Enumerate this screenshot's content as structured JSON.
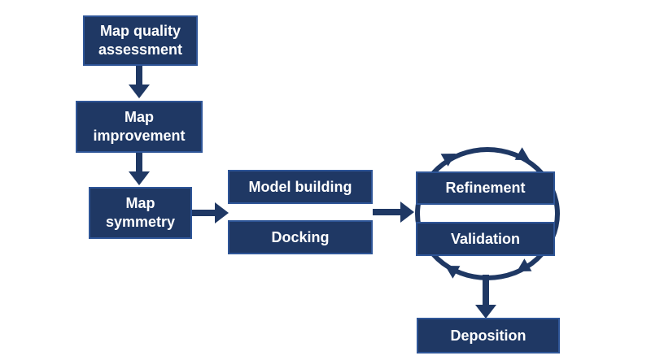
{
  "diagram": {
    "description": "Cryo-EM structure determination workflow flowchart",
    "colors": {
      "node_fill": "#1f3864",
      "node_border": "#2e5597",
      "node_text": "#ffffff",
      "arrow": "#1f3864",
      "background": "#ffffff"
    },
    "nodes": {
      "map_quality_assessment": {
        "lines": [
          "Map quality",
          "assessment"
        ]
      },
      "map_improvement": {
        "lines": [
          "Map",
          "improvement"
        ]
      },
      "map_symmetry": {
        "lines": [
          "Map",
          "symmetry"
        ]
      },
      "model_building": {
        "lines": [
          "Model building"
        ]
      },
      "docking": {
        "lines": [
          "Docking"
        ]
      },
      "refinement": {
        "lines": [
          "Refinement"
        ]
      },
      "validation": {
        "lines": [
          "Validation"
        ]
      },
      "deposition": {
        "lines": [
          "Deposition"
        ]
      }
    },
    "edges": [
      {
        "from": "map_quality_assessment",
        "to": "map_improvement",
        "type": "arrow-down"
      },
      {
        "from": "map_improvement",
        "to": "map_symmetry",
        "type": "arrow-down"
      },
      {
        "from": "map_symmetry",
        "to": "model_building_docking",
        "type": "arrow-right"
      },
      {
        "from": "model_building_docking",
        "to": "refinement_validation",
        "type": "arrow-right"
      },
      {
        "from": "refinement",
        "to": "validation",
        "type": "clockwise-cycle"
      },
      {
        "from": "refinement_validation",
        "to": "deposition",
        "type": "arrow-down"
      }
    ]
  }
}
